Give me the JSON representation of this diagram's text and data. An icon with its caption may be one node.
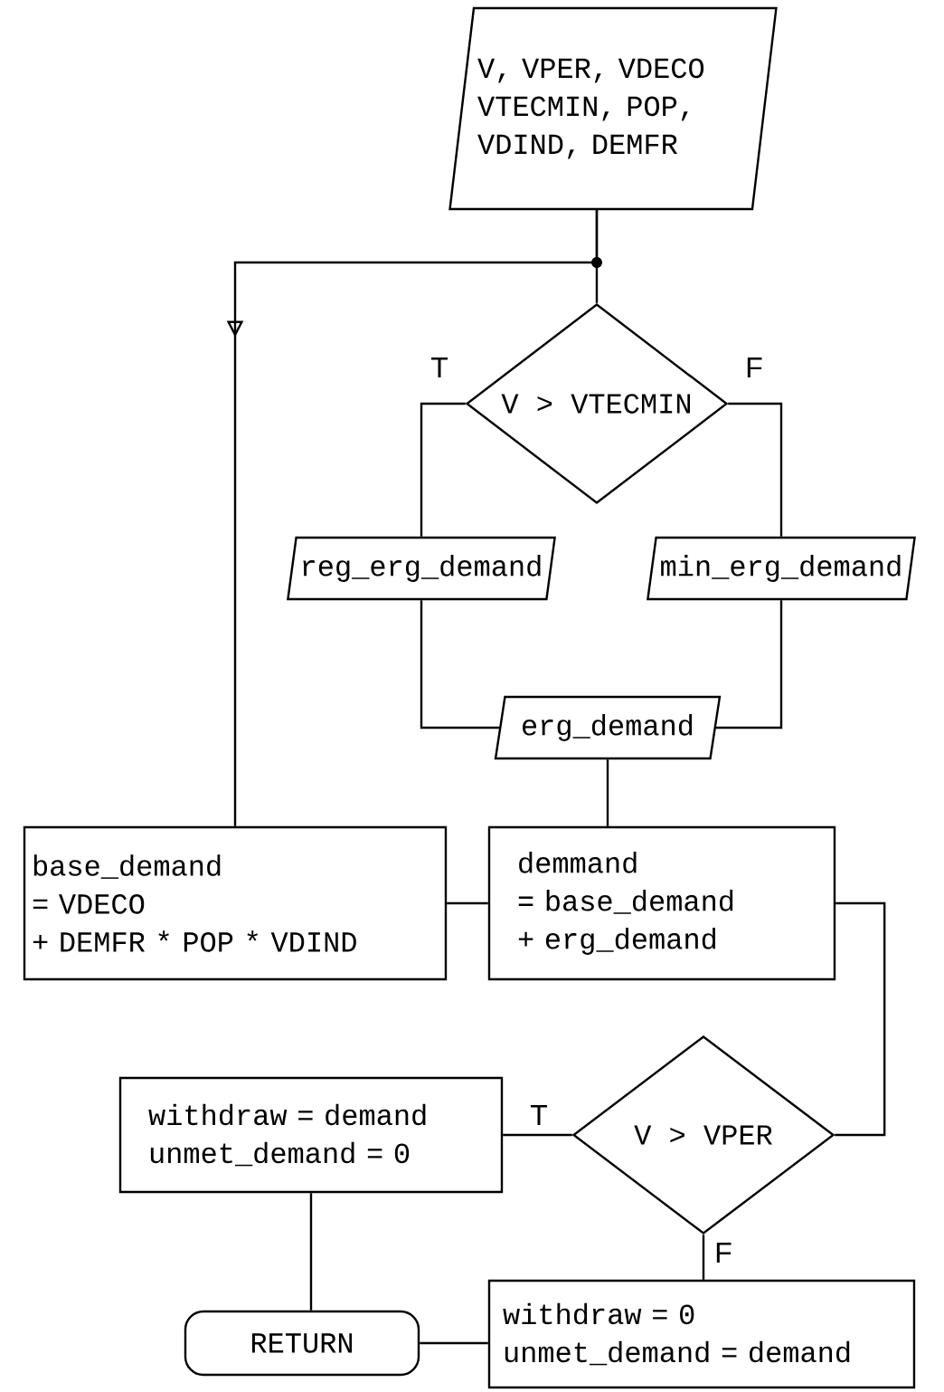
{
  "diagram": {
    "nodes": [
      {
        "text": [
          "V, VPER, VDECO VTECMIN, POP, VDIND, DEMFR"
        ]
      },
      {
        "text": [
          "V > VTECMIN"
        ]
      },
      {
        "text": [
          "reg_erg_demand"
        ]
      },
      {
        "text": [
          "min_erg_demand"
        ]
      },
      {
        "text": [
          "erg_demand"
        ]
      },
      {
        "text": [
          "base_demand",
          "= VDECO",
          "+ DEMFR * POP * VDIND"
        ]
      },
      {
        "text": [
          "demmand",
          "= base_demand",
          "+ erg_demand"
        ]
      },
      {
        "text": [
          "V > VPER"
        ]
      },
      {
        "text": [
          "withdraw = demand",
          "unmet_demand = 0"
        ]
      },
      {
        "text": [
          "withdraw = 0",
          "unmet_demand = demand"
        ]
      },
      {
        "text": [
          "RETURN"
        ]
      }
    ],
    "edges": [
      {
        "from": 0,
        "to": 1,
        "arrow": "none"
      },
      {
        "from": 0,
        "to": 5,
        "arrow": "to"
      },
      {
        "from": 1,
        "to": 2,
        "arrow": "none",
        "label": "T"
      },
      {
        "from": 1,
        "to": 3,
        "arrow": "none",
        "label": "F"
      },
      {
        "from": 2,
        "to": 4,
        "arrow": "none"
      },
      {
        "from": 3,
        "to": 4,
        "arrow": "none"
      },
      {
        "from": 4,
        "to": 6,
        "arrow": "none"
      },
      {
        "from": 5,
        "to": 6,
        "arrow": "none"
      },
      {
        "from": 6,
        "to": 7,
        "arrow": "none"
      },
      {
        "from": 7,
        "to": 8,
        "arrow": "none",
        "label": "T"
      },
      {
        "from": 7,
        "to": 9,
        "arrow": "none",
        "label": "F"
      },
      {
        "from": 8,
        "to": 10,
        "arrow": "none"
      },
      {
        "from": 9,
        "to": 10,
        "arrow": "none"
      }
    ]
  }
}
